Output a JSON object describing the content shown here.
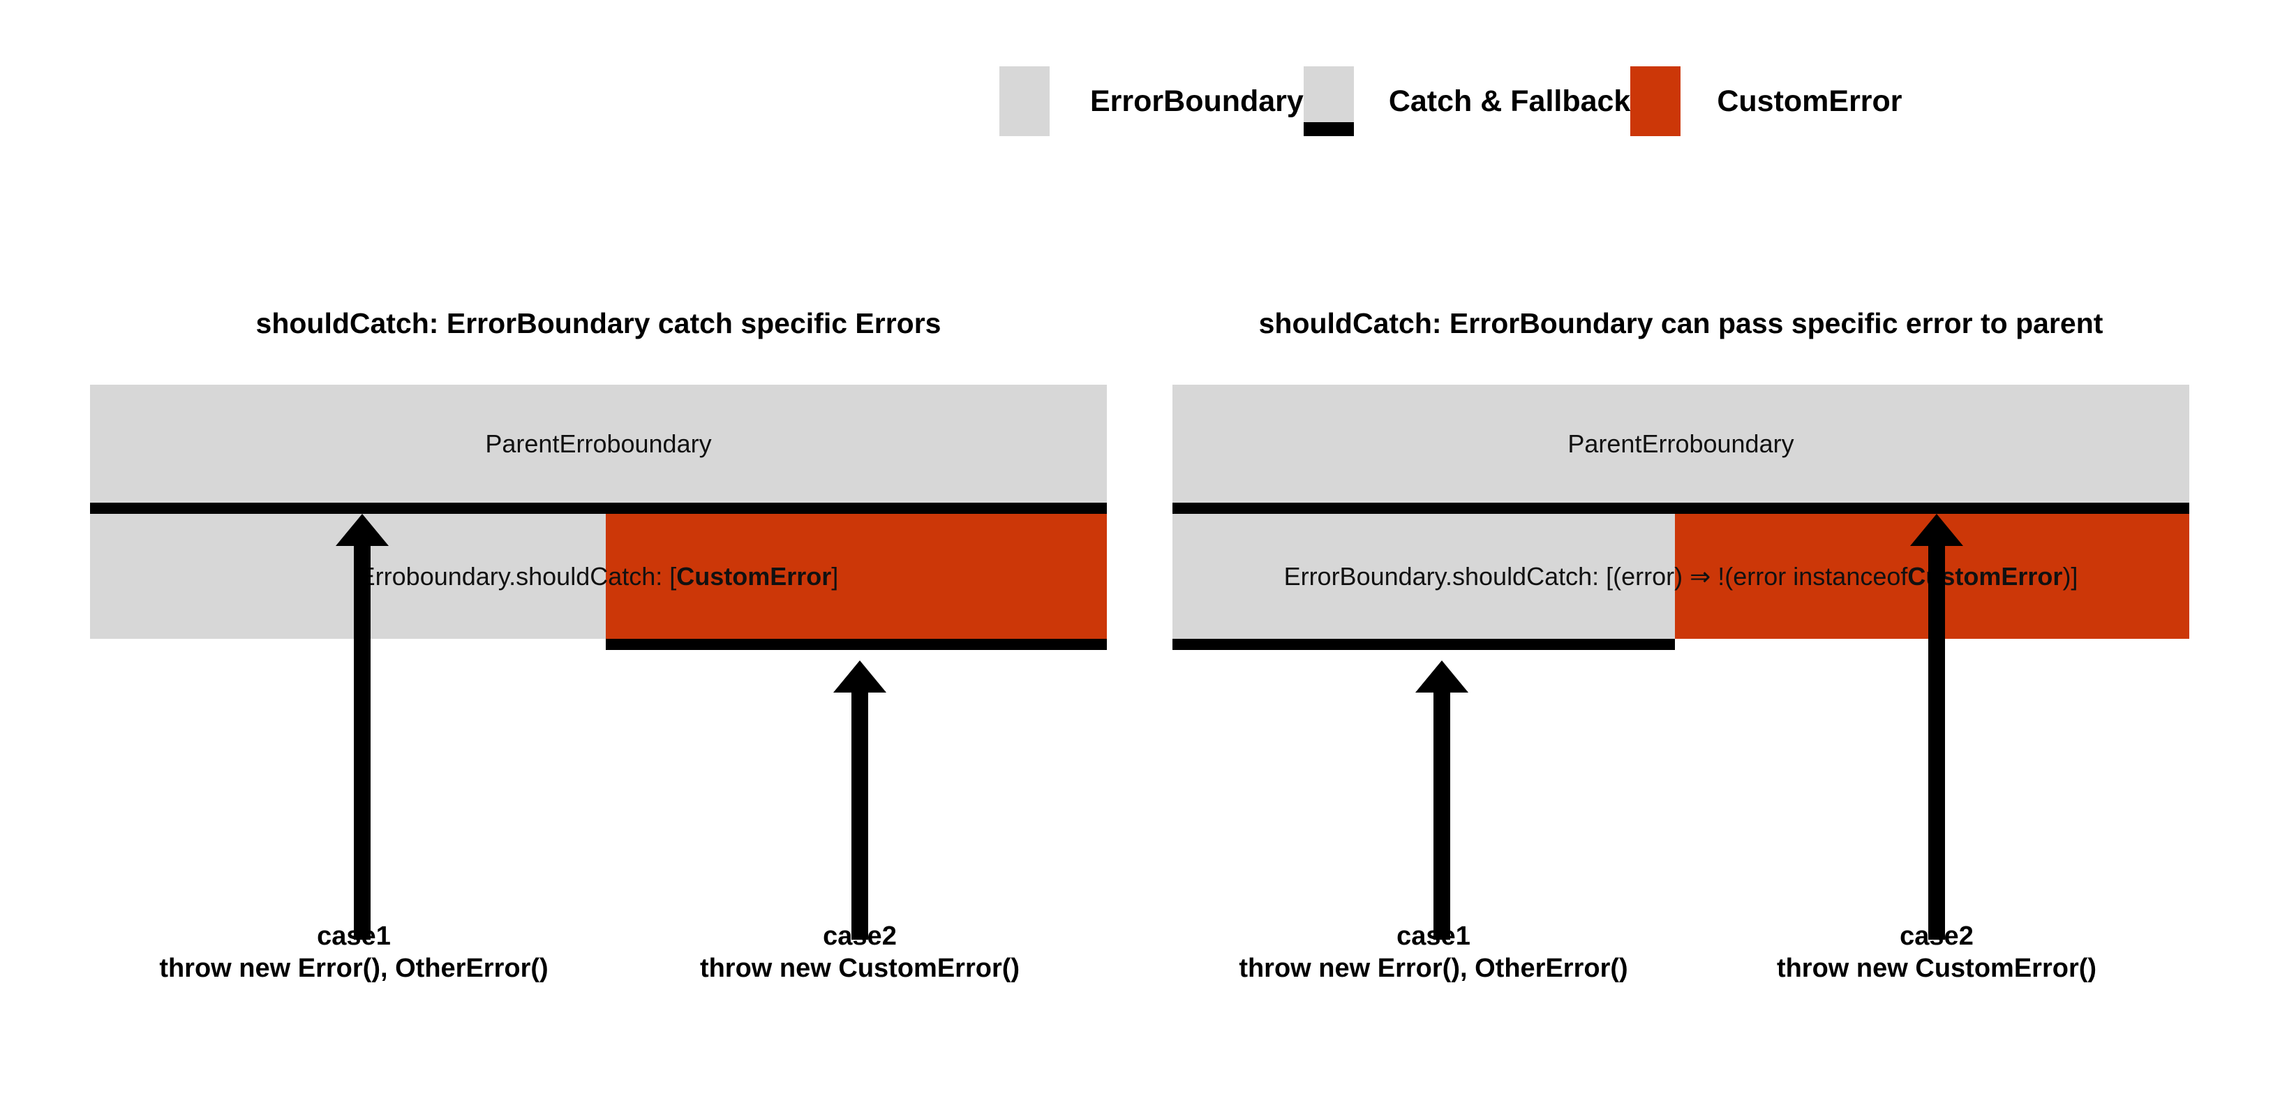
{
  "legend": {
    "items": [
      {
        "label": "ErrorBoundary",
        "icon": "gray-square-swatch",
        "color": "#d7d7d7"
      },
      {
        "label": "Catch & Fallback",
        "icon": "gray-square-black-bar-swatch",
        "color": "#d7d7d7",
        "bar_color": "#000000"
      },
      {
        "label": "CustomError",
        "icon": "orange-square-swatch",
        "color": "#cc3708"
      }
    ]
  },
  "panels": [
    {
      "id": "left",
      "title": "shouldCatch: ErrorBoundary catch specific Errors",
      "parent_box": {
        "label": "ParentErroboundary",
        "color": "#d7d7d7"
      },
      "child_row": {
        "text_plain": "Erroboundary.shouldCatch: [CustomError]",
        "text_prefix": "Erroboundary.shouldCatch: [",
        "text_bold": "CustomError",
        "text_suffix": "]",
        "left_half": {
          "color": "#d7d7d7",
          "catches": false
        },
        "right_half": {
          "color": "#cc3708",
          "catches": true
        }
      },
      "arrows": [
        {
          "name": "case1",
          "target": "parent-boundary",
          "caption_line1": "case1",
          "caption_line2": "throw new Error(), OtherError()"
        },
        {
          "name": "case2",
          "target": "custom-error-region",
          "caption_line1": "case2",
          "caption_line2": "throw new CustomError()"
        }
      ]
    },
    {
      "id": "right",
      "title": "shouldCatch: ErrorBoundary can pass specific error to parent",
      "parent_box": {
        "label": "ParentErroboundary",
        "color": "#d7d7d7"
      },
      "child_row": {
        "text_plain": "ErrorBoundary.shouldCatch: [(error) ⇒ !(error instanceof CustomError)]",
        "text_prefix": "ErrorBoundary.shouldCatch: [(error) ⇒ !(error instanceof ",
        "text_bold": "CustomError",
        "text_suffix": ")]",
        "left_half": {
          "color": "#d7d7d7",
          "catches": true
        },
        "right_half": {
          "color": "#cc3708",
          "catches": false
        }
      },
      "arrows": [
        {
          "name": "case1",
          "target": "error-boundary-region",
          "caption_line1": "case1",
          "caption_line2": "throw new Error(), OtherError()"
        },
        {
          "name": "case2",
          "target": "parent-boundary",
          "caption_line1": "case2",
          "caption_line2": "throw new CustomError()"
        }
      ]
    }
  ],
  "colors": {
    "gray": "#d7d7d7",
    "orange": "#cc3708",
    "black": "#000000",
    "background": "#ffffff"
  }
}
